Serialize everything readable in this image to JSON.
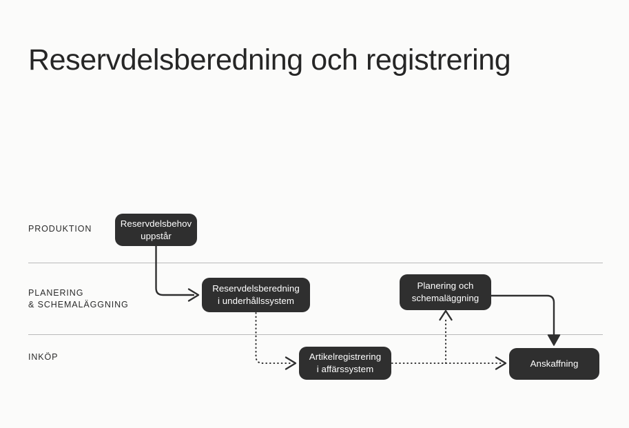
{
  "title": "Reservdelsberedning och registrering",
  "colors": {
    "background": "#fbfbfa",
    "node_fill": "#2f2f2f",
    "node_text": "#ffffff",
    "title_text": "#262626",
    "lane_divider": "#b9b9b9",
    "connector": "#2f2f2f"
  },
  "lanes": [
    {
      "label": "PRODUKTION"
    },
    {
      "label": "PLANERING\n& SCHEMALÄGGNING"
    },
    {
      "label": "INKÖP"
    }
  ],
  "nodes": [
    {
      "id": "reservdelsbehov",
      "label": "Reservdelsbehov\nuppstår",
      "lane": "PRODUKTION"
    },
    {
      "id": "reservdelsberedning",
      "label": "Reservdelsberedning\ni underhållssystem",
      "lane": "PLANERING & SCHEMALÄGGNING"
    },
    {
      "id": "artikelregistrering",
      "label": "Artikelregistrering\ni affärssystem",
      "lane": "INKÖP"
    },
    {
      "id": "planering",
      "label": "Planering och\nschemaläggning",
      "lane": "PLANERING & SCHEMALÄGGNING"
    },
    {
      "id": "anskaffning",
      "label": "Anskaffning",
      "lane": "INKÖP"
    }
  ],
  "connectors": [
    {
      "id": "reservdelsbehov-to-reservdelsberedning",
      "style": "solid",
      "arrowhead": "open"
    },
    {
      "id": "reservdelsberedning-to-artikelregistrering",
      "style": "dotted",
      "arrowhead": "open"
    },
    {
      "id": "artikelregistrering-to-anskaffning",
      "style": "dotted",
      "arrowhead": "open"
    },
    {
      "id": "artikelregistrering-to-planering",
      "style": "dotted",
      "arrowhead": "open-up"
    },
    {
      "id": "planering-to-anskaffning",
      "style": "solid",
      "arrowhead": "filled"
    }
  ]
}
